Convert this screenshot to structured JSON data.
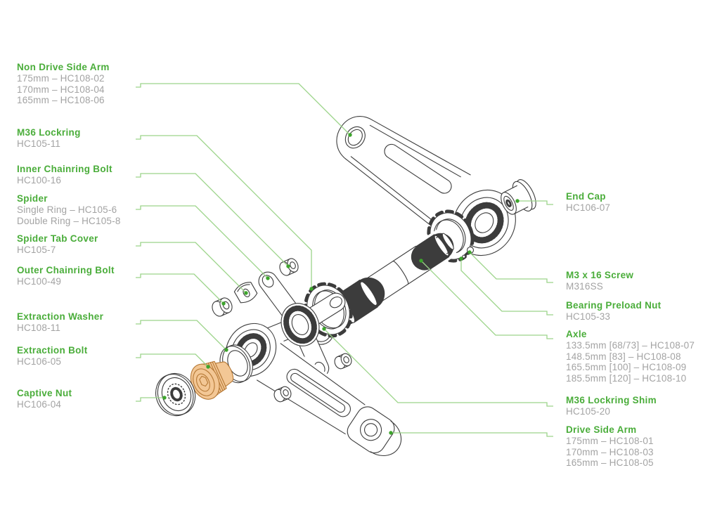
{
  "colors": {
    "background": "#ffffff",
    "heading_green": "#4aad3a",
    "sub_gray": "#a3a3a3",
    "leader_green": "#9cd48a",
    "dot_green": "#3da52c",
    "line_art": "#3c3c3c",
    "highlight_fill": "#f3c795",
    "highlight_stroke": "#b67936"
  },
  "diagram": {
    "kind": "exploded-parts-diagram",
    "subject": "Bicycle crankset exploded view",
    "highlighted_part": "Extraction Bolt"
  },
  "labels_left": [
    {
      "title": "Non Drive Side Arm",
      "lines": [
        "175mm – HC108-02",
        "170mm – HC108-04",
        "165mm – HC108-06"
      ]
    },
    {
      "title": "M36 Lockring",
      "lines": [
        "HC105-11"
      ]
    },
    {
      "title": "Inner Chainring Bolt",
      "lines": [
        "HC100-16"
      ]
    },
    {
      "title": "Spider",
      "lines": [
        "Single Ring – HC105-6",
        "Double Ring – HC105-8"
      ]
    },
    {
      "title": "Spider Tab Cover",
      "lines": [
        "HC105-7"
      ]
    },
    {
      "title": "Outer Chainring Bolt",
      "lines": [
        "HC100-49"
      ]
    },
    {
      "title": "Extraction Washer",
      "lines": [
        "HC108-11"
      ]
    },
    {
      "title": "Extraction Bolt",
      "lines": [
        "HC106-05"
      ]
    },
    {
      "title": "Captive Nut",
      "lines": [
        "HC106-04"
      ]
    }
  ],
  "labels_right": [
    {
      "title": "End Cap",
      "lines": [
        "HC106-07"
      ]
    },
    {
      "title": "M3 x 16 Screw",
      "lines": [
        "M316SS"
      ]
    },
    {
      "title": "Bearing Preload Nut",
      "lines": [
        "HC105-33"
      ]
    },
    {
      "title": "Axle",
      "lines": [
        "133.5mm [68/73] – HC108-07",
        "148.5mm [83] – HC108-08",
        "165.5mm [100] – HC108-09",
        "185.5mm [120] – HC108-10"
      ]
    },
    {
      "title": "M36 Lockring Shim",
      "lines": [
        "HC105-20"
      ]
    },
    {
      "title": "Drive Side Arm",
      "lines": [
        "175mm – HC108-01",
        "170mm – HC108-03",
        "165mm – HC108-05"
      ]
    }
  ]
}
